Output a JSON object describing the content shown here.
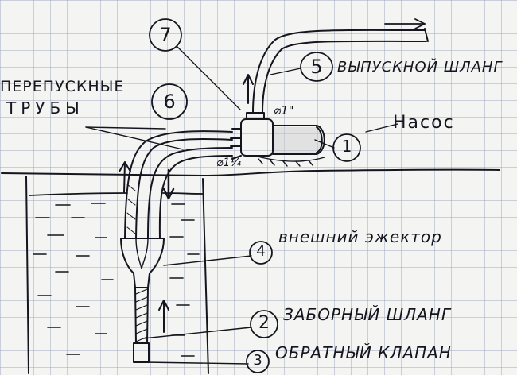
{
  "labels": {
    "bypass_pipes_line1": "ПЕРЕПУСКНЫЕ",
    "bypass_pipes_line2": "ТРУБЫ",
    "outlet_hose": "ВЫПУСКНОЙ ШЛАНГ",
    "pump": "Насос",
    "external_ejector": "внешний эжектор",
    "intake_hose": "ЗАБОРНЫЙ ШЛАНГ",
    "check_valve": "ОБРАТНЫЙ КЛАПАН",
    "diameter_outlet": "⌀1\"",
    "diameter_inlet": "⌀1¼"
  },
  "callouts": {
    "n1": "1",
    "n2": "2",
    "n3": "3",
    "n4": "4",
    "n5": "5",
    "n6": "6",
    "n7": "7"
  },
  "colors": {
    "ink": "#14151e",
    "paper": "#f4f4f2",
    "grid": "#969fb9"
  }
}
